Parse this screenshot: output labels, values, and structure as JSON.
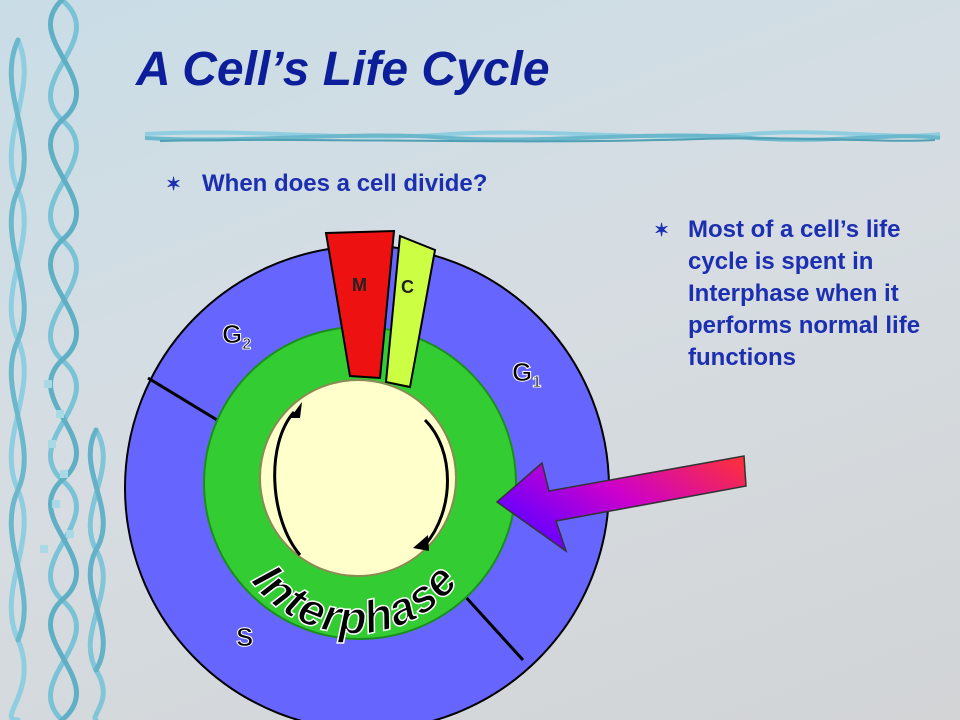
{
  "slide": {
    "title": "A Cell’s Life Cycle"
  },
  "bullets": [
    {
      "marker": "✶",
      "text": "When does a cell divide?"
    },
    {
      "marker": "✶",
      "text": "Most of a cell’s life cycle is spent in Interphase when it performs normal life functions"
    }
  ],
  "diagram": {
    "phase_m": "M",
    "phase_c": "C",
    "phase_g1": "G",
    "phase_g1_sub": "1",
    "phase_g2": "G",
    "phase_g2_sub": "2",
    "phase_s": "S",
    "interphase_label": "Interphase",
    "colors": {
      "outer_ring": "#6666ff",
      "inner_ring": "#33cc33",
      "center": "#ffffcc",
      "mitosis": "#ee1111",
      "cytokinesis": "#ccff44",
      "arrow_start": "#ff3333",
      "arrow_end": "#6600ff"
    }
  }
}
